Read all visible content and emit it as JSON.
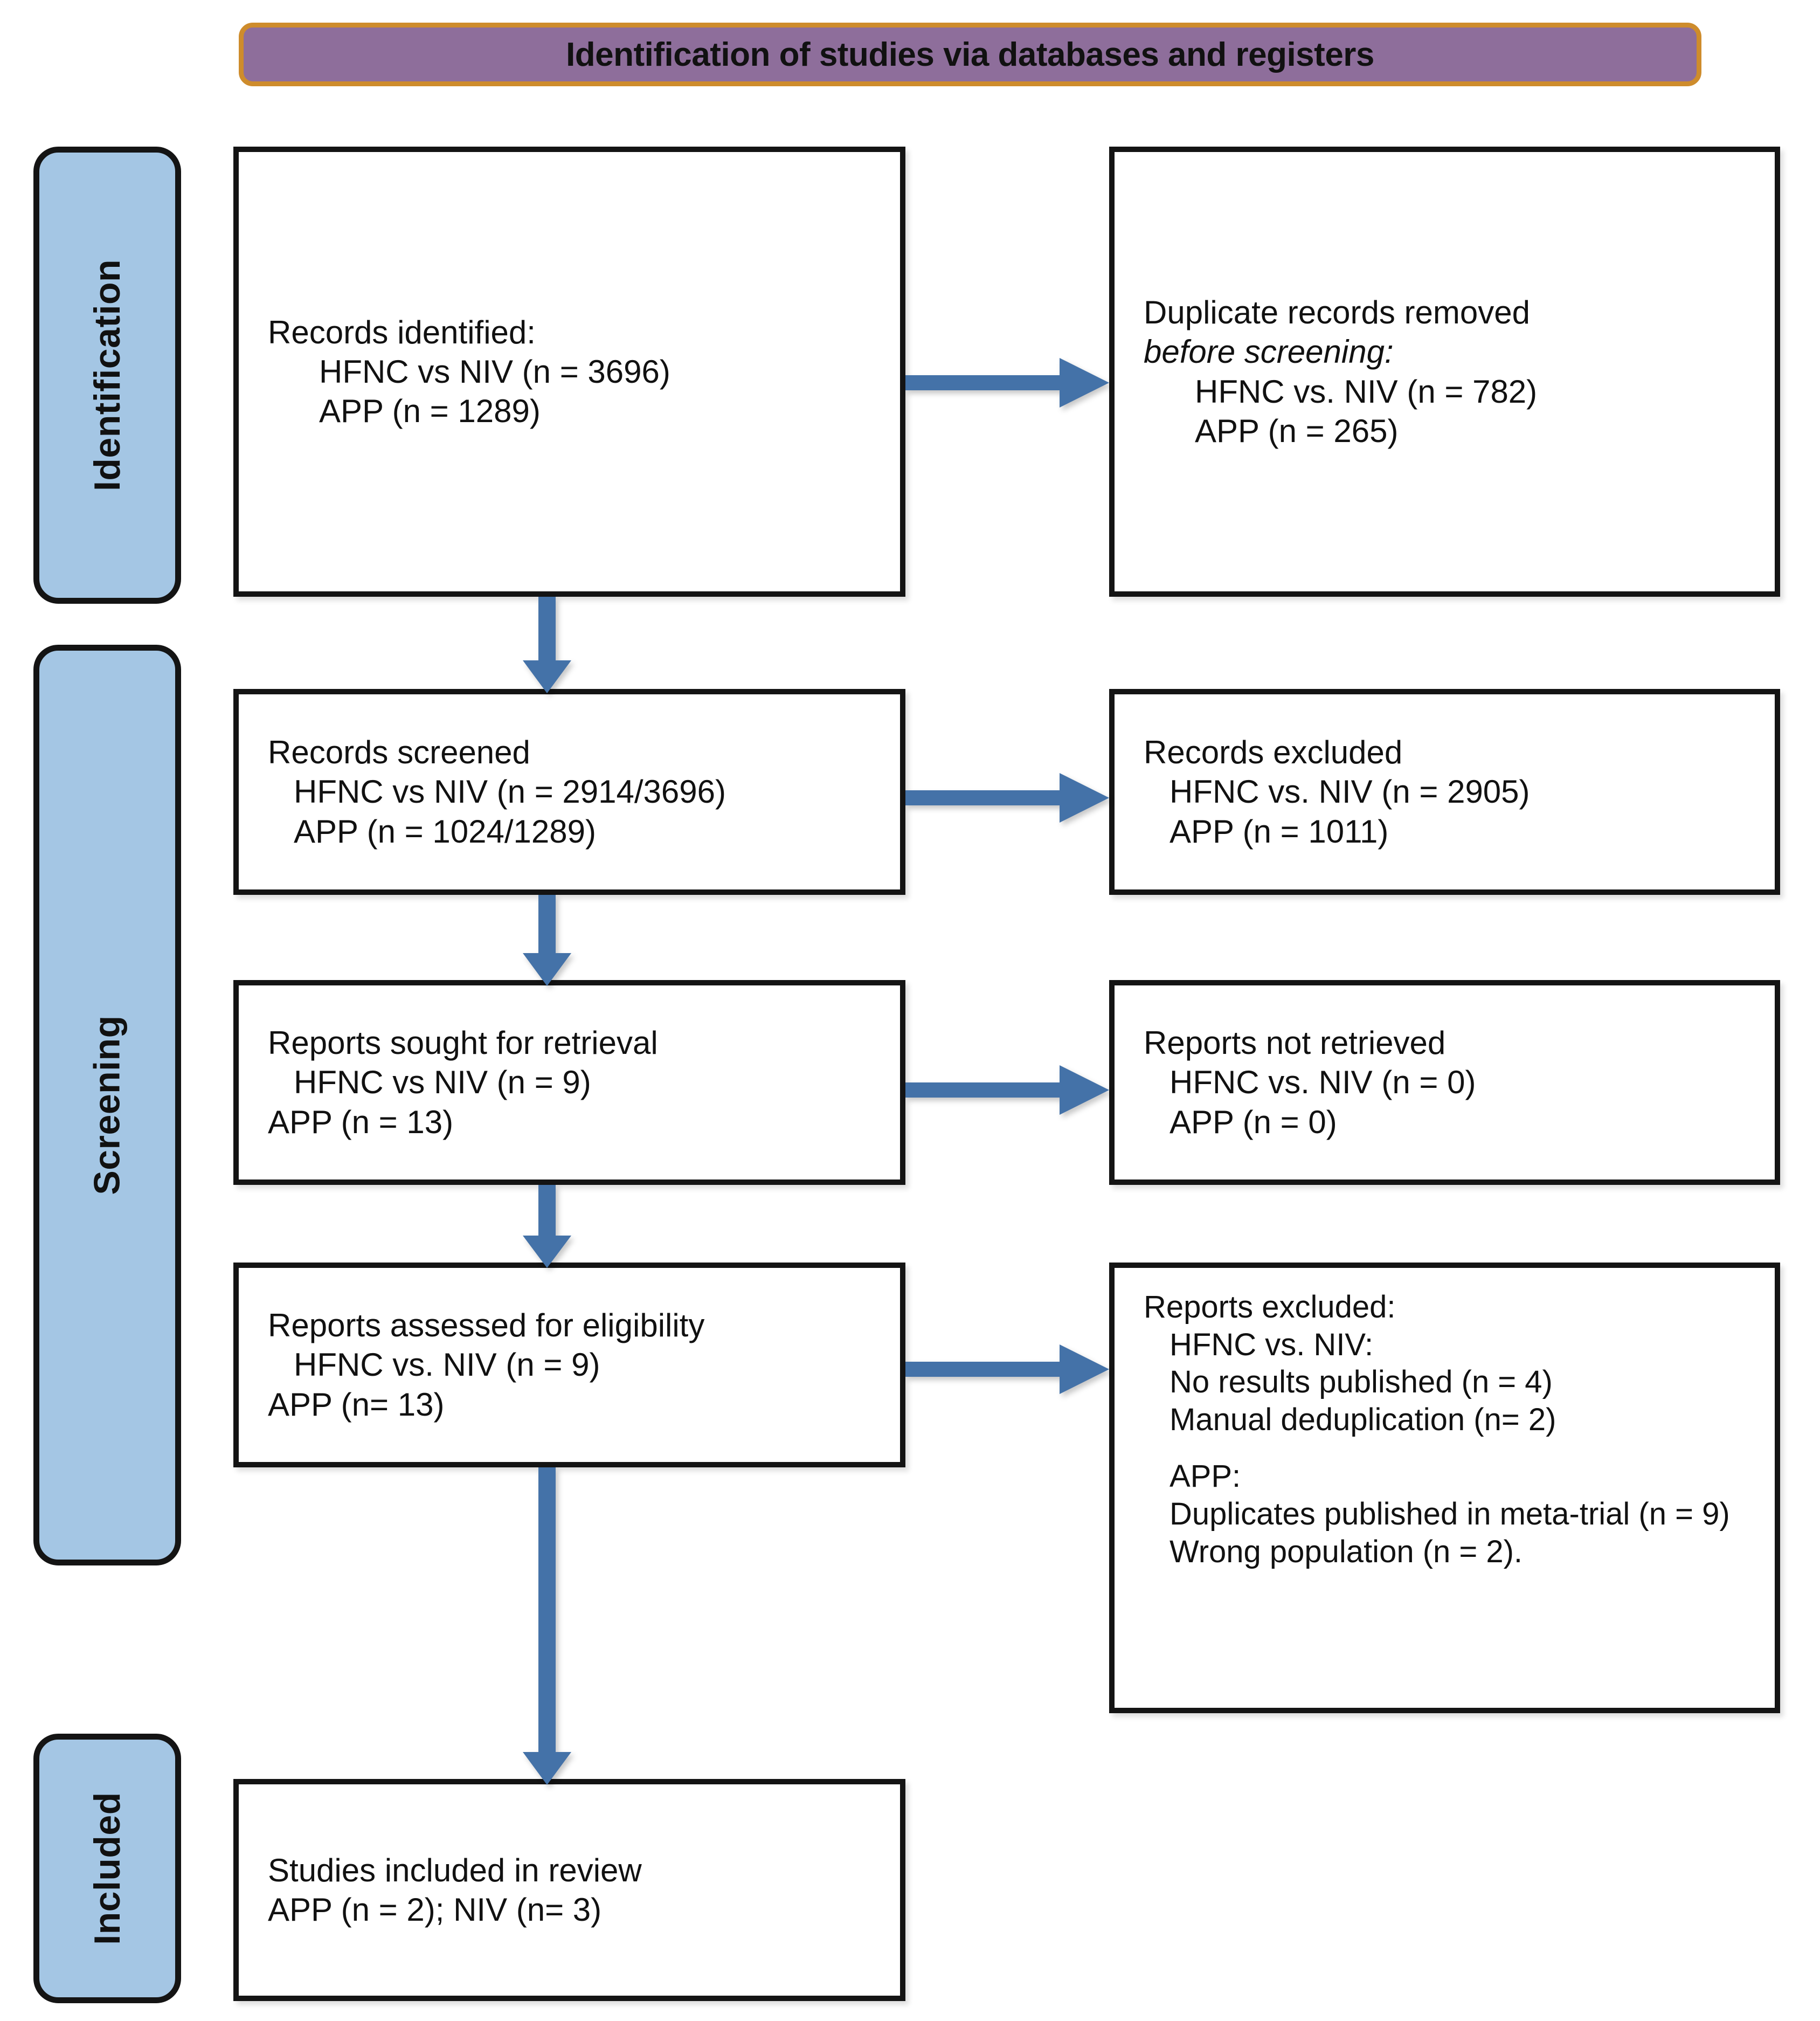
{
  "banner": {
    "title": "Identification of studies via databases and registers"
  },
  "stages": [
    {
      "key": "identification",
      "label": "Identification"
    },
    {
      "key": "screening",
      "label": "Screening"
    },
    {
      "key": "included",
      "label": "Included"
    }
  ],
  "boxes": {
    "identified": {
      "title": "Records identified:",
      "line_hfnc": "HFNC vs NIV (n = 3696)",
      "line_app": "APP (n = 1289)"
    },
    "duplicates": {
      "title": "Duplicate records removed",
      "subtitle": "before screening:",
      "line_hfnc": "HFNC vs. NIV (n = 782)",
      "line_app": "APP (n = 265)"
    },
    "screened": {
      "title": "Records screened",
      "line_hfnc": "HFNC vs NIV (n = 2914/3696)",
      "line_app": "APP (n = 1024/1289)"
    },
    "records_excluded": {
      "title": "Records excluded",
      "line_hfnc": "HFNC vs. NIV (n = 2905)",
      "line_app": "APP (n = 1011)"
    },
    "sought": {
      "title": "Reports sought for retrieval",
      "line_hfnc": "HFNC vs NIV (n = 9)",
      "line_app": "APP (n = 13)"
    },
    "not_retrieved": {
      "title": "Reports not retrieved",
      "line_hfnc": "HFNC vs. NIV (n = 0)",
      "line_app": "APP (n = 0)"
    },
    "assessed": {
      "title": "Reports assessed for eligibility",
      "line_hfnc": "HFNC vs. NIV (n = 9)",
      "line_app": "APP (n= 13)"
    },
    "reports_excluded": {
      "title": "Reports excluded:",
      "group_hfnc": "HFNC vs. NIV:",
      "hfnc_reason_1": "No results published (n = 4)",
      "hfnc_reason_2": "Manual deduplication (n=  2)",
      "group_app": "APP:",
      "app_reason_1": "Duplicates published in meta-trial (n = 9)",
      "app_reason_2": "Wrong population (n = 2)."
    },
    "included": {
      "title": "Studies included in review",
      "line_counts": "APP (n = 2); NIV (n= 3)"
    }
  },
  "colors": {
    "banner_fill": "#8E6E9B",
    "banner_border": "#CE8C2C",
    "stage_fill": "#A4C6E4",
    "box_border": "#141414",
    "arrow": "#4472A8"
  },
  "chart_data": {
    "type": "diagram",
    "title": "PRISMA flow diagram: Identification of studies via databases and registers",
    "stages": [
      "Identification",
      "Screening",
      "Included"
    ],
    "nodes": [
      {
        "id": "identified",
        "stage": "Identification",
        "column": "left",
        "counts": {
          "HFNC vs NIV": 3696,
          "APP": 1289
        }
      },
      {
        "id": "duplicates_removed",
        "stage": "Identification",
        "column": "right",
        "counts": {
          "HFNC vs. NIV": 782,
          "APP": 265
        }
      },
      {
        "id": "screened",
        "stage": "Screening",
        "column": "left",
        "counts": {
          "HFNC vs NIV": "2914/3696",
          "APP": "1024/1289"
        }
      },
      {
        "id": "records_excluded",
        "stage": "Screening",
        "column": "right",
        "counts": {
          "HFNC vs. NIV": 2905,
          "APP": 1011
        }
      },
      {
        "id": "sought_for_retrieval",
        "stage": "Screening",
        "column": "left",
        "counts": {
          "HFNC vs NIV": 9,
          "APP": 13
        }
      },
      {
        "id": "not_retrieved",
        "stage": "Screening",
        "column": "right",
        "counts": {
          "HFNC vs. NIV": 0,
          "APP": 0
        }
      },
      {
        "id": "assessed_for_eligibility",
        "stage": "Screening",
        "column": "left",
        "counts": {
          "HFNC vs. NIV": 9,
          "APP": 13
        }
      },
      {
        "id": "reports_excluded",
        "stage": "Screening",
        "column": "right",
        "counts": {
          "No results published": 4,
          "Manual deduplication": 2,
          "Duplicates published in meta-trial": 9,
          "Wrong population": 2
        }
      },
      {
        "id": "studies_included",
        "stage": "Included",
        "column": "left",
        "counts": {
          "APP": 2,
          "NIV": 3
        }
      }
    ],
    "edges": [
      {
        "from": "identified",
        "to": "duplicates_removed",
        "direction": "right"
      },
      {
        "from": "identified",
        "to": "screened",
        "direction": "down"
      },
      {
        "from": "screened",
        "to": "records_excluded",
        "direction": "right"
      },
      {
        "from": "screened",
        "to": "sought_for_retrieval",
        "direction": "down"
      },
      {
        "from": "sought_for_retrieval",
        "to": "not_retrieved",
        "direction": "right"
      },
      {
        "from": "sought_for_retrieval",
        "to": "assessed_for_eligibility",
        "direction": "down"
      },
      {
        "from": "assessed_for_eligibility",
        "to": "reports_excluded",
        "direction": "right"
      },
      {
        "from": "assessed_for_eligibility",
        "to": "studies_included",
        "direction": "down"
      }
    ]
  }
}
